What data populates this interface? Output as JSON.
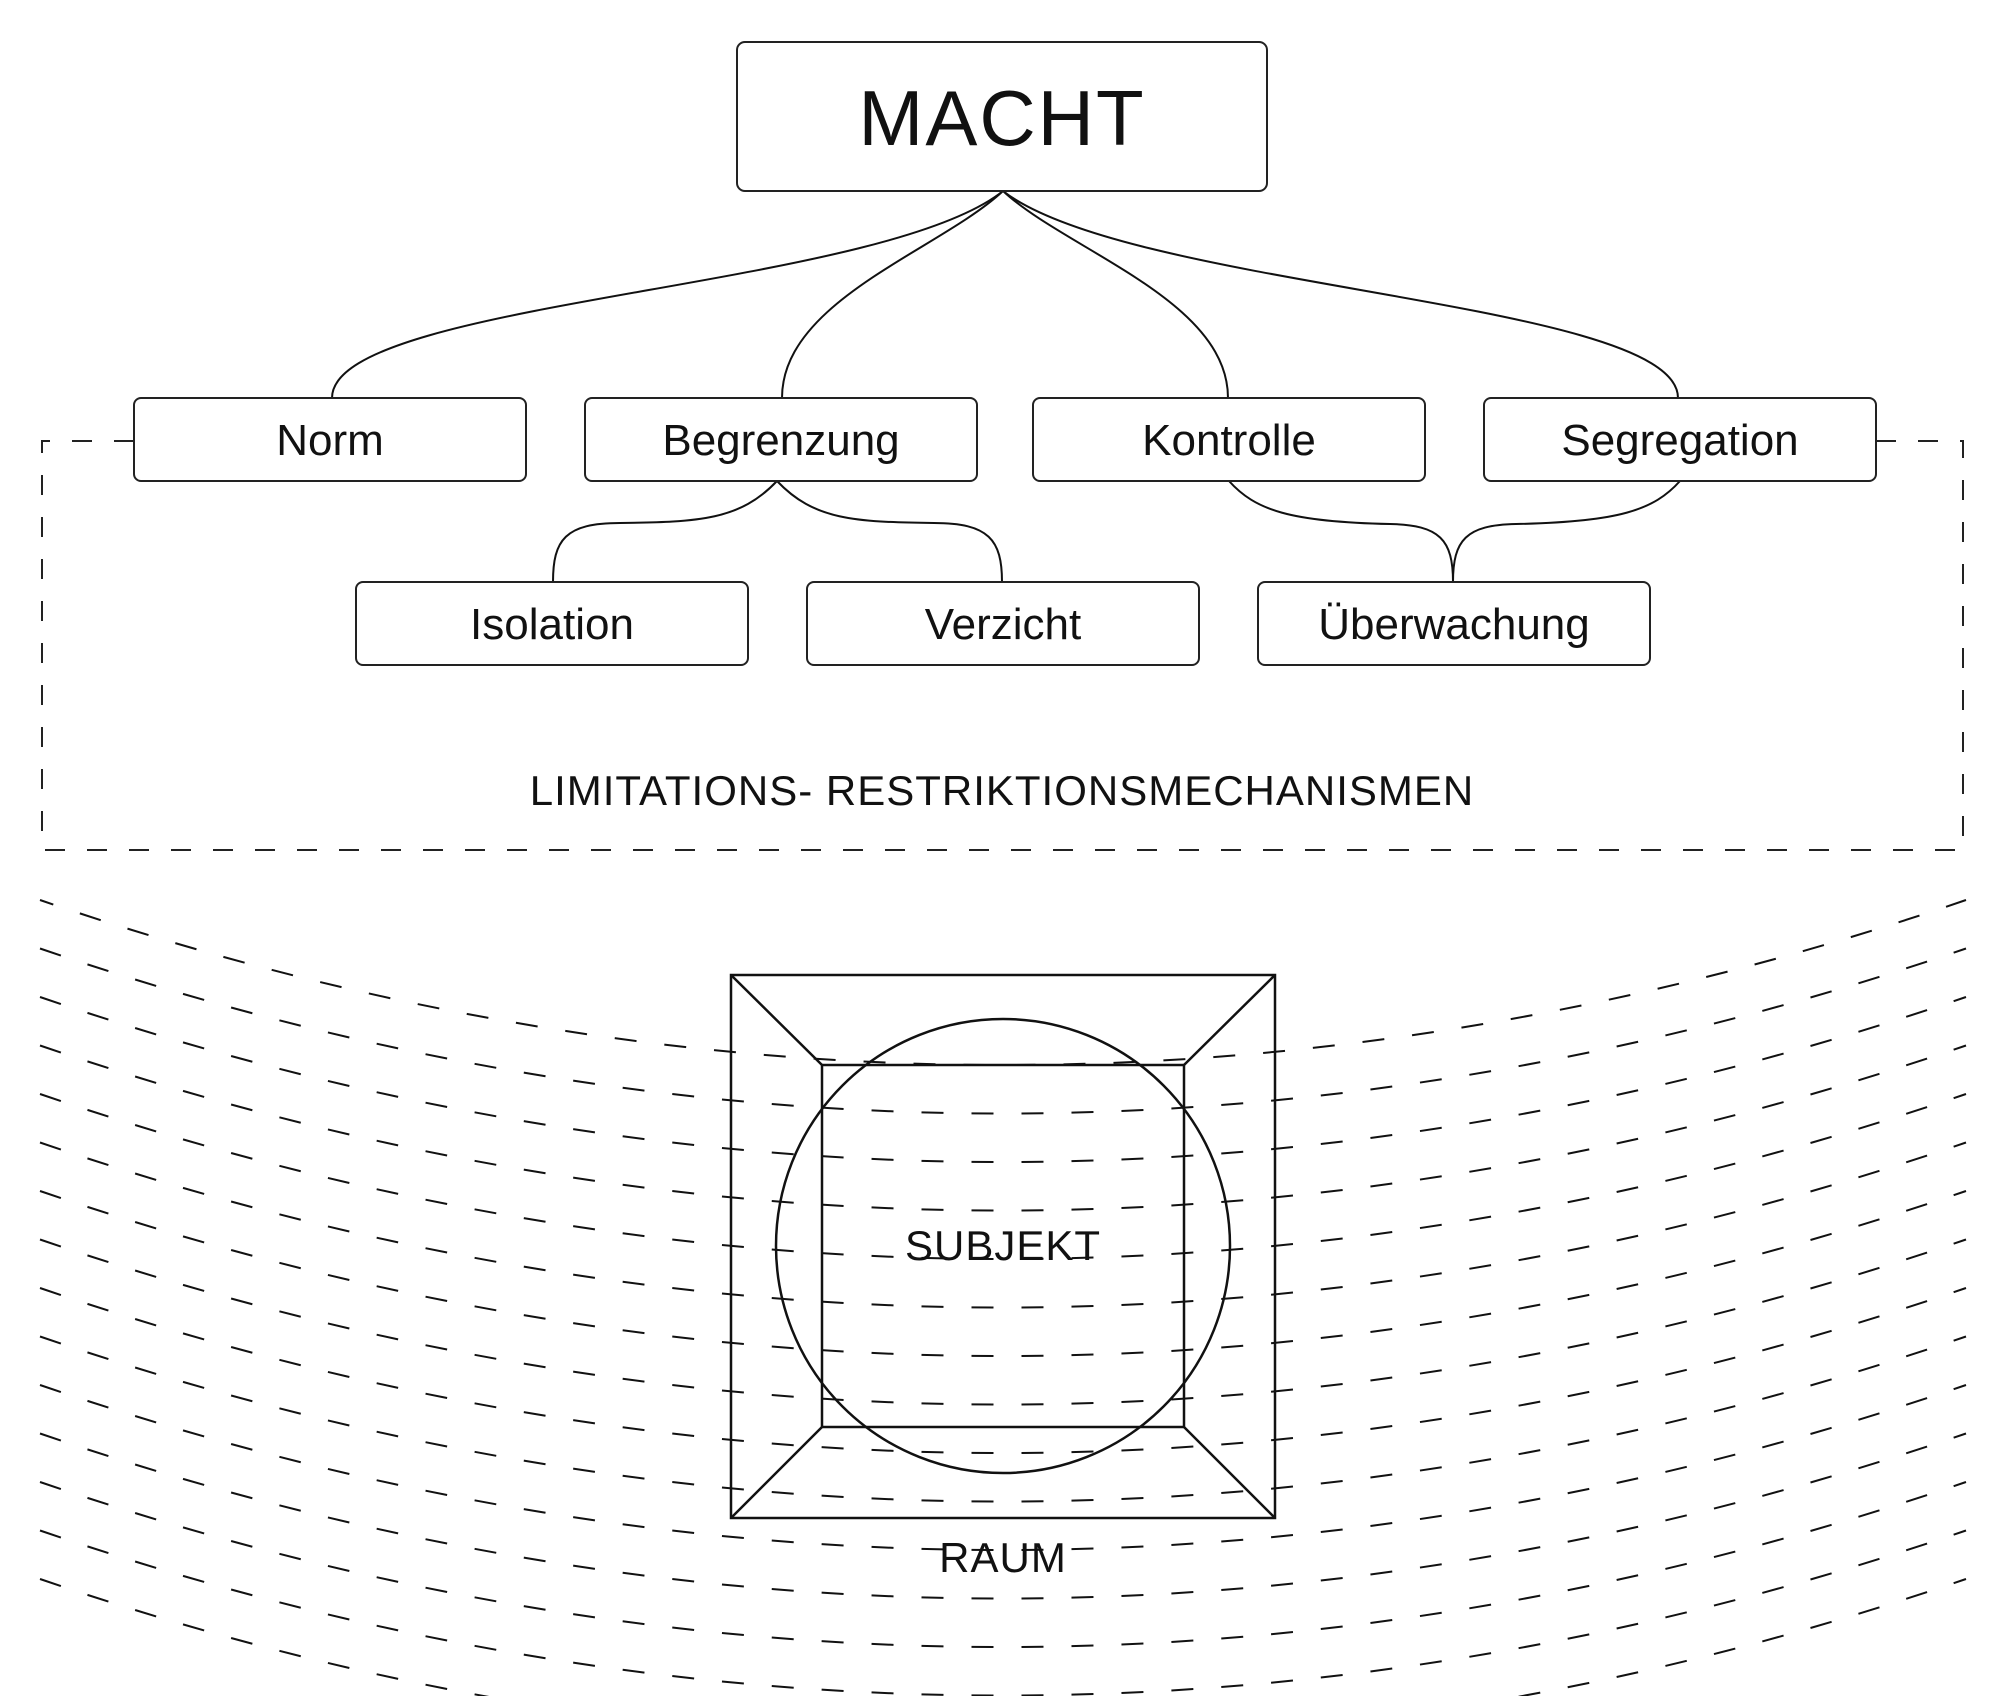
{
  "diagram": {
    "root": {
      "label": "MACHT"
    },
    "level1": [
      {
        "label": "Norm"
      },
      {
        "label": "Begrenzung"
      },
      {
        "label": "Kontrolle"
      },
      {
        "label": "Segregation"
      }
    ],
    "level2": [
      {
        "label": "Isolation",
        "parent": "Begrenzung"
      },
      {
        "label": "Verzicht",
        "parent": "Begrenzung"
      },
      {
        "label": "Überwachung",
        "parents": [
          "Kontrolle",
          "Segregation"
        ]
      }
    ],
    "mechanisms_label": "LIMITATIONS- RESTRIKTIONSMECHANISMEN",
    "subject_label": "SUBJEKT",
    "space_label": "RAUM"
  }
}
